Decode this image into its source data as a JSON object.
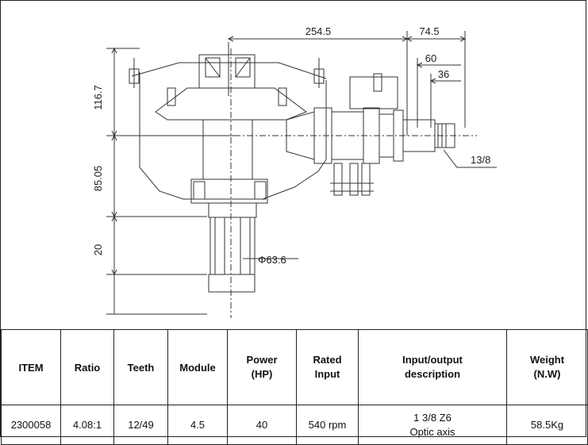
{
  "drawing": {
    "dimensions": {
      "d1": "254.5",
      "d2": "74.5",
      "d3": "60",
      "d4": "36",
      "d5": "116.7",
      "d6": "85.05",
      "d7": "20",
      "d8": "Φ63.6",
      "d9": "13/8"
    }
  },
  "table": {
    "headers": {
      "item": "ITEM",
      "ratio": "Ratio",
      "teeth": "Teeth",
      "module": "Module",
      "power_line1": "Power",
      "power_line2": "(HP)",
      "rated_line1": "Rated",
      "rated_line2": "Input",
      "io_line1": "Input/output",
      "io_line2": "description",
      "weight_line1": "Weight",
      "weight_line2": "(N.W)"
    },
    "row": {
      "item": "2300058",
      "ratio": "4.08:1",
      "teeth": "12/49",
      "module": "4.5",
      "power": "40",
      "rated": "540 rpm",
      "io_line1": "1 3/8 Z6",
      "io_line2": "Optic axis",
      "weight": "58.5Kg"
    }
  }
}
